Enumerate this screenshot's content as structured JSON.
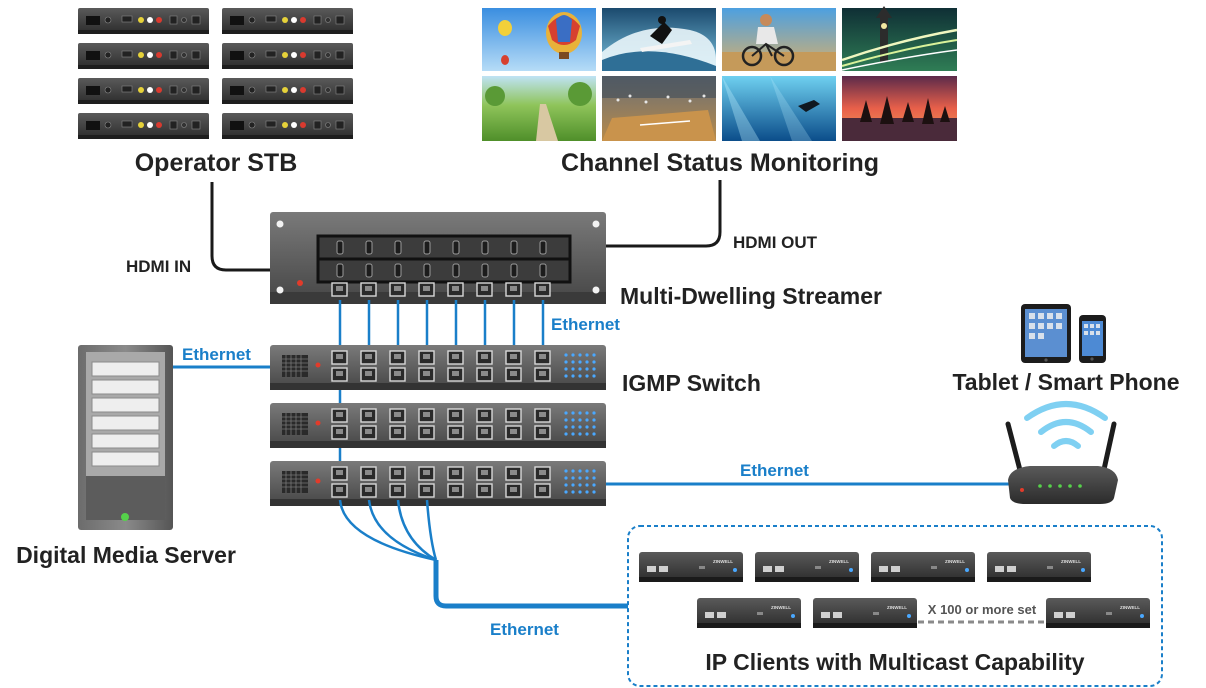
{
  "labels": {
    "operator_stb": "Operator STB",
    "channel_status_monitoring": "Channel Status Monitoring",
    "hdmi_in": "HDMI IN",
    "hdmi_out": "HDMI OUT",
    "multi_dwelling_streamer": "Multi-Dwelling Streamer",
    "igmp_switch": "IGMP Switch",
    "tablet_smart_phone": "Tablet / Smart Phone",
    "digital_media_server": "Digital Media Server",
    "ip_clients": "IP Clients with Multicast Capability",
    "x100": "X 100 or more set",
    "ethernet_streamer": "Ethernet",
    "ethernet_server": "Ethernet",
    "ethernet_router": "Ethernet",
    "ethernet_clients": "Ethernet"
  },
  "colors": {
    "ethernet_blue": "#1a7fc9",
    "device_dark": "#3a3a3a",
    "label_dark": "#222222"
  },
  "icons": {
    "stb": "set-top-box-icon",
    "server": "server-tower-icon",
    "router": "wifi-router-icon",
    "tablet": "tablet-icon",
    "phone": "smartphone-icon"
  }
}
